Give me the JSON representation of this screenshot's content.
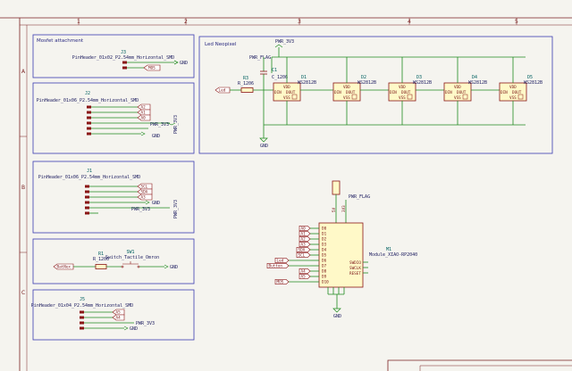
{
  "frame": {
    "col_numbers": [
      "1",
      "2",
      "3",
      "4",
      "5"
    ],
    "row_letters": [
      "A",
      "B",
      "C"
    ]
  },
  "sheets": {
    "mosfet": {
      "title": "Mosfet attachment"
    },
    "led": {
      "title": "Led Neopixel"
    }
  },
  "labels": {
    "gnd": "GND",
    "mos": "MOS",
    "pwr_3v3": "PWR_3V3",
    "pwr_flag": "PWR_FLAG",
    "led": "Led",
    "button": "Button",
    "bat_nex": "BatNex"
  },
  "j3": {
    "ref": "J3",
    "value": "PinHeader_01x02_P2.54mm_Horizontal_SMD",
    "net": "MOS"
  },
  "j2": {
    "ref": "J2",
    "value": "PinHeader_01x06_P2.54mm_Horizontal_SMD",
    "nets": [
      "A2",
      "A1",
      "A0"
    ]
  },
  "j1": {
    "ref": "J1",
    "value": "PinHeader_01x06_P2.54mm_Horizontal_SMD",
    "nets": [
      "SCL",
      "SDA",
      "A3"
    ]
  },
  "j5": {
    "ref": "J5",
    "value": "PinHeader_01x04_P2.54mm_Horizontal_SMD",
    "nets": [
      "A5",
      "A4"
    ]
  },
  "r1": {
    "ref": "R1",
    "value": "R_1206"
  },
  "sw1": {
    "ref": "SW1",
    "value": "Switch_Tactile_Omron"
  },
  "r3": {
    "ref": "R3",
    "value": "R_1206"
  },
  "c1": {
    "ref": "C1",
    "value": "C_1206"
  },
  "neopixels": [
    {
      "ref": "D1",
      "value": "WS2812B"
    },
    {
      "ref": "D2",
      "value": "WS2812B"
    },
    {
      "ref": "D3",
      "value": "WS2812B"
    },
    {
      "ref": "D4",
      "value": "WS2812B"
    },
    {
      "ref": "D5",
      "value": "WS2812B"
    }
  ],
  "neopixel_pins": {
    "vdd": "VDD",
    "vss": "VSS",
    "din": "DIN",
    "dout": "DOUT"
  },
  "m1": {
    "ref": "M1",
    "value": "Module_XIAO-RP2040",
    "left_pins": [
      "D0",
      "D1",
      "D2",
      "D3",
      "D4",
      "D5",
      "D6",
      "D7",
      "D8",
      "D9",
      "D10"
    ],
    "right_pins": [
      "SWDIO",
      "SWCLK",
      "RESET"
    ],
    "top_pins": [
      "5V",
      "3V3"
    ],
    "left_nets": [
      "A0",
      "A1",
      "A2",
      "A3",
      "SDA",
      "SCL",
      "Led",
      "Button",
      "A4",
      "A5",
      "MOS"
    ]
  }
}
